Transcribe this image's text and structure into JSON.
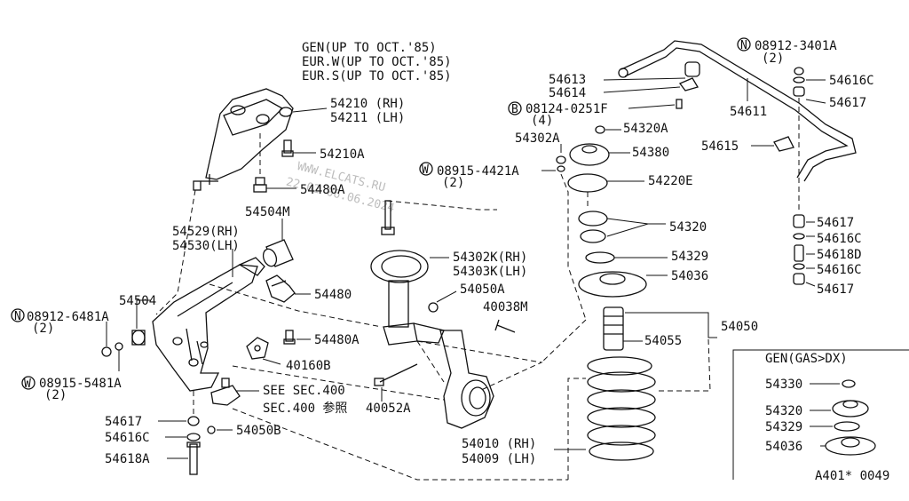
{
  "header_notes": [
    "GEN(UP TO OCT.'85)",
    "EUR.W(UP TO OCT.'85)",
    "EUR.S(UP TO OCT.'85)"
  ],
  "watermark": [
    "WWW.ELCATS.RU",
    "22.02 06.06.2024"
  ],
  "labels": {
    "p54210_rh": "54210 (RH)",
    "p54211_lh": "54211 (LH)",
    "p54210A": "54210A",
    "p54480A_top": "54480A",
    "p54504M": "54504M",
    "p54529_rh": "54529(RH)",
    "p54530_lh": "54530(LH)",
    "p54504": "54504",
    "n08912_6481A": "08912-6481A",
    "n08912_6481A_qty": "(2)",
    "w08915_5481A": "08915-5481A",
    "w08915_5481A_qty": "(2)",
    "p54480": "54480",
    "p54480A_bottom": "54480A",
    "p40160B": "40160B",
    "see_sec": "SEE SEC.400",
    "sec_ref": "SEC.400 参照",
    "p54617_left": "54617",
    "p54616C_left": "54616C",
    "p54618A": "54618A",
    "p54050B": "54050B",
    "p54302K_rh": "54302K(RH)",
    "p54303K_lh": "54303K(LH)",
    "p54050A": "54050A",
    "p40038M": "40038M",
    "p40052A": "40052A",
    "p54010_rh": "54010 (RH)",
    "p54009_lh": "54009 (LH)",
    "p54613": "54613",
    "p54614": "54614",
    "b08124_0251F": "08124-0251F",
    "b08124_0251F_qty": "(4)",
    "p54302A": "54302A",
    "p54320A": "54320A",
    "p54380": "54380",
    "w08915_4421A": "08915-4421A",
    "w08915_4421A_qty": "(2)",
    "p54220E": "54220E",
    "p54320": "54320",
    "p54329": "54329",
    "p54036": "54036",
    "p54050": "54050",
    "p54055": "54055",
    "n08912_3401A": "08912-3401A",
    "n08912_3401A_qty": "(2)",
    "p54616C_r1": "54616C",
    "p54617_r1": "54617",
    "p54611": "54611",
    "p54615": "54615",
    "p54617_r2": "54617",
    "p54616C_r2": "54616C",
    "p54618D": "54618D",
    "p54616C_r3": "54616C",
    "p54617_r3": "54617",
    "inset_title": "GEN(GAS>DX)",
    "inset_54330": "54330",
    "inset_54320": "54320",
    "inset_54329": "54329",
    "inset_54036": "54036",
    "footer_code": "A401* 0049"
  },
  "markers": {
    "n": "N",
    "w": "W",
    "b": "B"
  },
  "icons": [
    "strut-assembly-icon",
    "coil-spring-icon",
    "stabilizer-bar-icon",
    "lower-arm-icon",
    "knuckle-icon",
    "member-bracket-icon",
    "bolt-icon",
    "washer-icon",
    "bushing-icon",
    "nut-icon",
    "mount-insulator-icon",
    "bumper-icon"
  ]
}
